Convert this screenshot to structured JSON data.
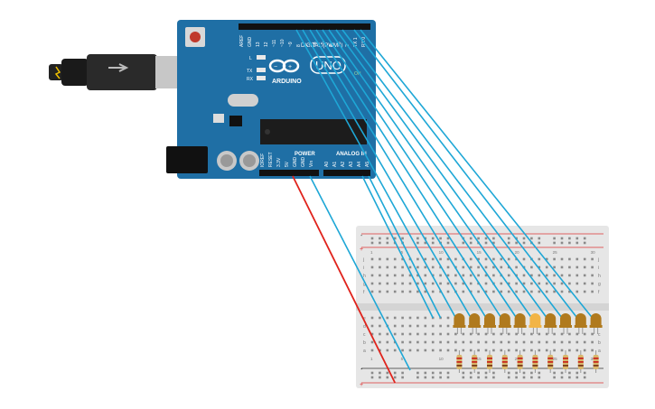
{
  "board": {
    "brand": "ARDUINO",
    "model": "UNO",
    "digital_header": "DIGITAL (PWM~)",
    "analog_header": "ANALOG IN",
    "power_header": "POWER",
    "led_l": "L",
    "led_tx": "TX",
    "led_rx": "RX",
    "on_label": "ON",
    "digital_pins": [
      "AREF",
      "GND",
      "13",
      "12",
      "~11",
      "~10",
      "~9",
      "8",
      "7",
      "~6",
      "~5",
      "4",
      "~3",
      "2",
      "TX 1",
      "RX 0"
    ],
    "power_pins": [
      "IOREF",
      "RESET",
      "3.3V",
      "5V",
      "GND",
      "GND",
      "Vin"
    ],
    "analog_pins": [
      "A0",
      "A1",
      "A2",
      "A3",
      "A4",
      "A5"
    ]
  },
  "breadboard": {
    "row_letters_top": [
      "j",
      "i",
      "h",
      "g",
      "f"
    ],
    "row_letters_bottom": [
      "e",
      "d",
      "c",
      "b",
      "a"
    ],
    "col_numbers": [
      "1",
      "5",
      "10",
      "15",
      "20",
      "25",
      "30"
    ],
    "rail_plus": "+",
    "rail_minus": "-"
  },
  "circuit": {
    "led_count": 10,
    "lit_led_index": 5,
    "led_color": "#b07a1e",
    "led_lit_color": "#f2b446",
    "wire_blue": "#1ea7d6",
    "wire_red": "#e0231c",
    "board_color": "#1f6fa5"
  }
}
